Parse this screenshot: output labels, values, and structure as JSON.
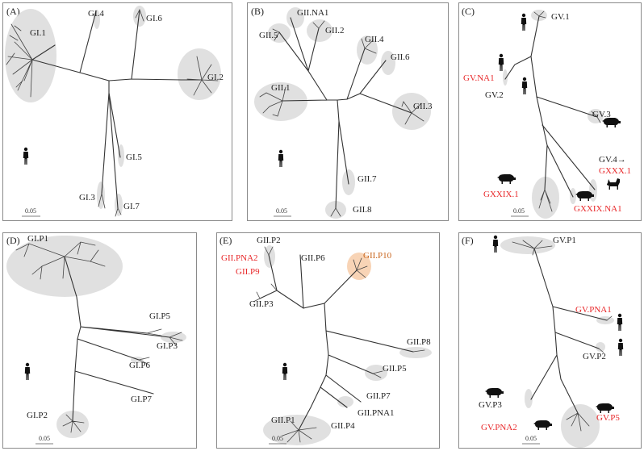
{
  "colors": {
    "black": "#222222",
    "red": "#e8282a",
    "orange": "#c9661e",
    "cluster": "#d6d6d6",
    "cluster_highlight": "#f6c9a4"
  },
  "panels": [
    {
      "id": "A",
      "label": "(A)",
      "scale": "0.05",
      "clusters": [
        {
          "text": "GI.1",
          "color": "black"
        },
        {
          "text": "GI.4",
          "color": "black"
        },
        {
          "text": "GI.6",
          "color": "black"
        },
        {
          "text": "GI.2",
          "color": "black"
        },
        {
          "text": "GI.5",
          "color": "black"
        },
        {
          "text": "GI.3",
          "color": "black"
        },
        {
          "text": "GI.7",
          "color": "black"
        }
      ],
      "hosts": [
        "human-icon"
      ]
    },
    {
      "id": "B",
      "label": "(B)",
      "scale": "0.05",
      "clusters": [
        {
          "text": "GII.NA1",
          "color": "black"
        },
        {
          "text": "GII.5",
          "color": "black"
        },
        {
          "text": "GII.2",
          "color": "black"
        },
        {
          "text": "GII.4",
          "color": "black"
        },
        {
          "text": "GII.6",
          "color": "black"
        },
        {
          "text": "GII.1",
          "color": "black"
        },
        {
          "text": "GII.3",
          "color": "black"
        },
        {
          "text": "GII.7",
          "color": "black"
        },
        {
          "text": "GII.8",
          "color": "black"
        }
      ],
      "hosts": [
        "human-icon"
      ]
    },
    {
      "id": "C",
      "label": "(C)",
      "scale": "0.05",
      "clusters": [
        {
          "text": "GV.1",
          "color": "black"
        },
        {
          "text": "GV.NA1",
          "color": "red"
        },
        {
          "text": "GV.2",
          "color": "black"
        },
        {
          "text": "GV.3",
          "color": "black"
        },
        {
          "text": "GV.4→",
          "color": "black"
        },
        {
          "text": "GXXX.1",
          "color": "red"
        },
        {
          "text": "GXXIX.1",
          "color": "red"
        },
        {
          "text": "GXXIX.NA1",
          "color": "red"
        }
      ],
      "hosts": [
        "human-icon",
        "human-icon",
        "human-icon",
        "pig-icon",
        "pig-icon",
        "pig-icon",
        "dog-icon"
      ]
    },
    {
      "id": "D",
      "label": "(D)",
      "scale": "0.05",
      "clusters": [
        {
          "text": "GI.P1",
          "color": "black"
        },
        {
          "text": "GI.P5",
          "color": "black"
        },
        {
          "text": "GI.P3",
          "color": "black"
        },
        {
          "text": "GI.P6",
          "color": "black"
        },
        {
          "text": "GI.P7",
          "color": "black"
        },
        {
          "text": "GI.P2",
          "color": "black"
        }
      ],
      "hosts": [
        "human-icon"
      ]
    },
    {
      "id": "E",
      "label": "(E)",
      "scale": "0.05",
      "clusters": [
        {
          "text": "GII.P2",
          "color": "black"
        },
        {
          "text": "GII.PNA2",
          "color": "red"
        },
        {
          "text": "GII.P9",
          "color": "red"
        },
        {
          "text": "GII.P6",
          "color": "black"
        },
        {
          "text": "GII.P10",
          "color": "orange"
        },
        {
          "text": "GII.P3",
          "color": "black"
        },
        {
          "text": "GII.P8",
          "color": "black"
        },
        {
          "text": "GII.P5",
          "color": "black"
        },
        {
          "text": "GII.P7",
          "color": "black"
        },
        {
          "text": "GII.PNA1",
          "color": "black"
        },
        {
          "text": "GII.P1",
          "color": "black"
        },
        {
          "text": "GII.P4",
          "color": "black"
        }
      ],
      "hosts": [
        "human-icon"
      ]
    },
    {
      "id": "F",
      "label": "(F)",
      "scale": "0.05",
      "clusters": [
        {
          "text": "GV.P1",
          "color": "black"
        },
        {
          "text": "GV.PNA1",
          "color": "red"
        },
        {
          "text": "GV.P2",
          "color": "black"
        },
        {
          "text": "GV.P3",
          "color": "black"
        },
        {
          "text": "GV.PNA2",
          "color": "red"
        },
        {
          "text": "GV.P5",
          "color": "red"
        }
      ],
      "hosts": [
        "human-icon",
        "human-icon",
        "human-icon",
        "pig-icon",
        "pig-icon",
        "pig-icon"
      ]
    }
  ]
}
